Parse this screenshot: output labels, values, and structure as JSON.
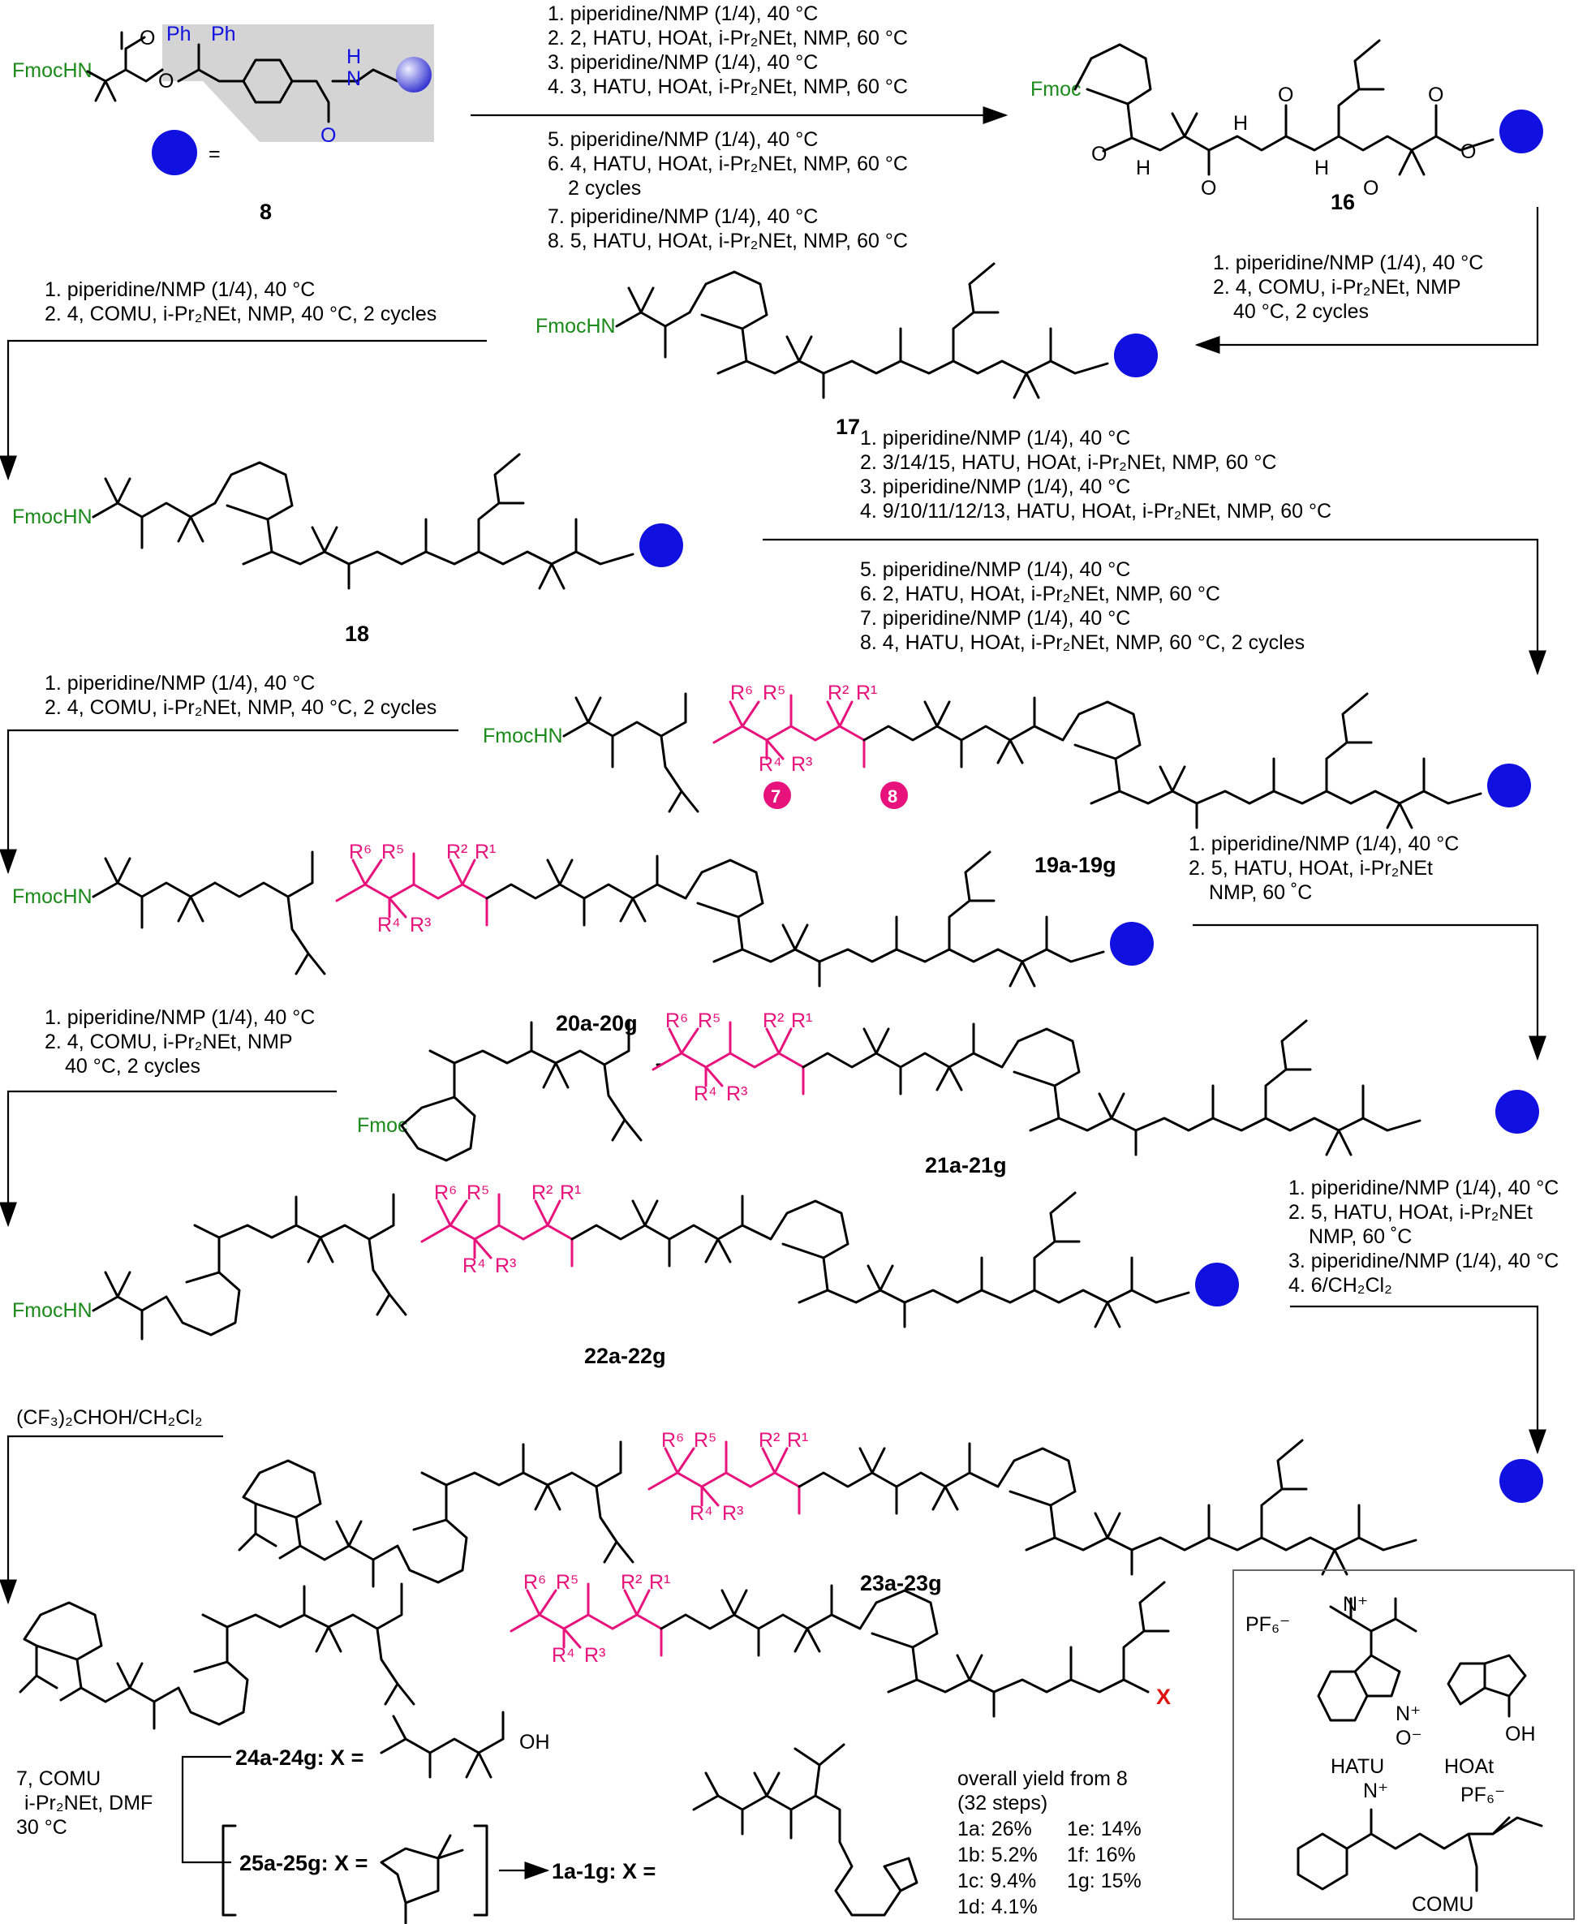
{
  "compounds": {
    "c8": "8",
    "c16": "16",
    "c17": "17",
    "c18": "18",
    "c19": "19a-19g",
    "c20": "20a-20g",
    "c21": "21a-21g",
    "c22": "22a-22g",
    "c23": "23a-23g"
  },
  "labels": {
    "fmoc": "FmocHN",
    "fmocN": "Fmoc",
    "ph": "Ph",
    "eq": "=",
    "x": "X",
    "o": "O",
    "n": "N",
    "h": "H",
    "nh": "NH",
    "oh": "OH"
  },
  "rgroups": [
    "R¹",
    "R²",
    "R³",
    "R⁴",
    "R⁵",
    "R⁶"
  ],
  "markers": {
    "m7": "7",
    "m8": "8"
  },
  "steps": {
    "s1": [
      "1. piperidine/NMP (1/4), 40 °C",
      "2. 2, HATU, HOAt, i-Pr₂NEt, NMP, 60 °C",
      "3. piperidine/NMP (1/4), 40 °C",
      "4. 3, HATU, HOAt, i-Pr₂NEt, NMP, 60 °C"
    ],
    "s1b": [
      "5. piperidine/NMP (1/4), 40 °C",
      "6. 4, HATU, HOAt, i-Pr₂NEt, NMP, 60 °C",
      "2 cycles",
      "7. piperidine/NMP (1/4), 40 °C",
      "8. 5, HATU, HOAt, i-Pr₂NEt, NMP, 60 °C"
    ],
    "s2": [
      "1. piperidine/NMP (1/4), 40 °C",
      "2. 4, COMU, i-Pr₂NEt, NMP",
      "40 °C, 2 cycles"
    ],
    "s3": [
      "1. piperidine/NMP (1/4), 40 °C",
      "2. 4, COMU, i-Pr₂NEt, NMP, 40 °C, 2 cycles"
    ],
    "s4": [
      "1. piperidine/NMP (1/4), 40 °C",
      "2. 3/14/15, HATU, HOAt, i-Pr₂NEt, NMP, 60 °C",
      "3. piperidine/NMP (1/4), 40 °C",
      "4. 9/10/11/12/13, HATU, HOAt, i-Pr₂NEt, NMP, 60 °C"
    ],
    "s4b": [
      "5. piperidine/NMP (1/4), 40 °C",
      "6. 2, HATU, HOAt, i-Pr₂NEt, NMP, 60 °C",
      "7. piperidine/NMP (1/4), 40 °C",
      "8. 4, HATU, HOAt, i-Pr₂NEt, NMP, 60 °C, 2 cycles"
    ],
    "s5": [
      "1. piperidine/NMP (1/4), 40 °C",
      "2. 4, COMU, i-Pr₂NEt, NMP, 40 °C, 2 cycles"
    ],
    "s6": [
      "1. piperidine/NMP (1/4), 40 °C",
      "2. 5, HATU, HOAt, i-Pr₂NEt",
      "NMP, 60 ˚C"
    ],
    "s7": [
      "1. piperidine/NMP (1/4), 40 °C",
      "2. 4, COMU, i-Pr₂NEt, NMP",
      "40 °C, 2 cycles"
    ],
    "s8": [
      "1. piperidine/NMP (1/4), 40 °C",
      "2. 5, HATU, HOAt, i-Pr₂NEt",
      "NMP, 60 ˚C",
      "3. piperidine/NMP (1/4), 40 °C",
      "4. 6/CH₂Cl₂"
    ],
    "s9": [
      "(CF₃)₂CHOH/CH₂Cl₂"
    ],
    "s10": [
      "7, COMU",
      "i-Pr₂NEt, DMF",
      "30 °C"
    ]
  },
  "bottom": {
    "x24": "24a-24g: X =",
    "x25": "25a-25g: X =",
    "x1": "1a-1g: X =",
    "yield_title": "overall yield from 8",
    "yield_steps": "(32 steps)",
    "yields": [
      "1a:  26%",
      "1b: 5.2%",
      "1c: 9.4%",
      "1d: 4.1%",
      "1e: 14%",
      "1f:  16%",
      "1g: 15%"
    ]
  },
  "reagents": {
    "hatu": "HATU",
    "hoat": "HOAt",
    "comu": "COMU",
    "pf6": "PF₆⁻",
    "nplus": "N⁺",
    "ominus": "O⁻"
  }
}
